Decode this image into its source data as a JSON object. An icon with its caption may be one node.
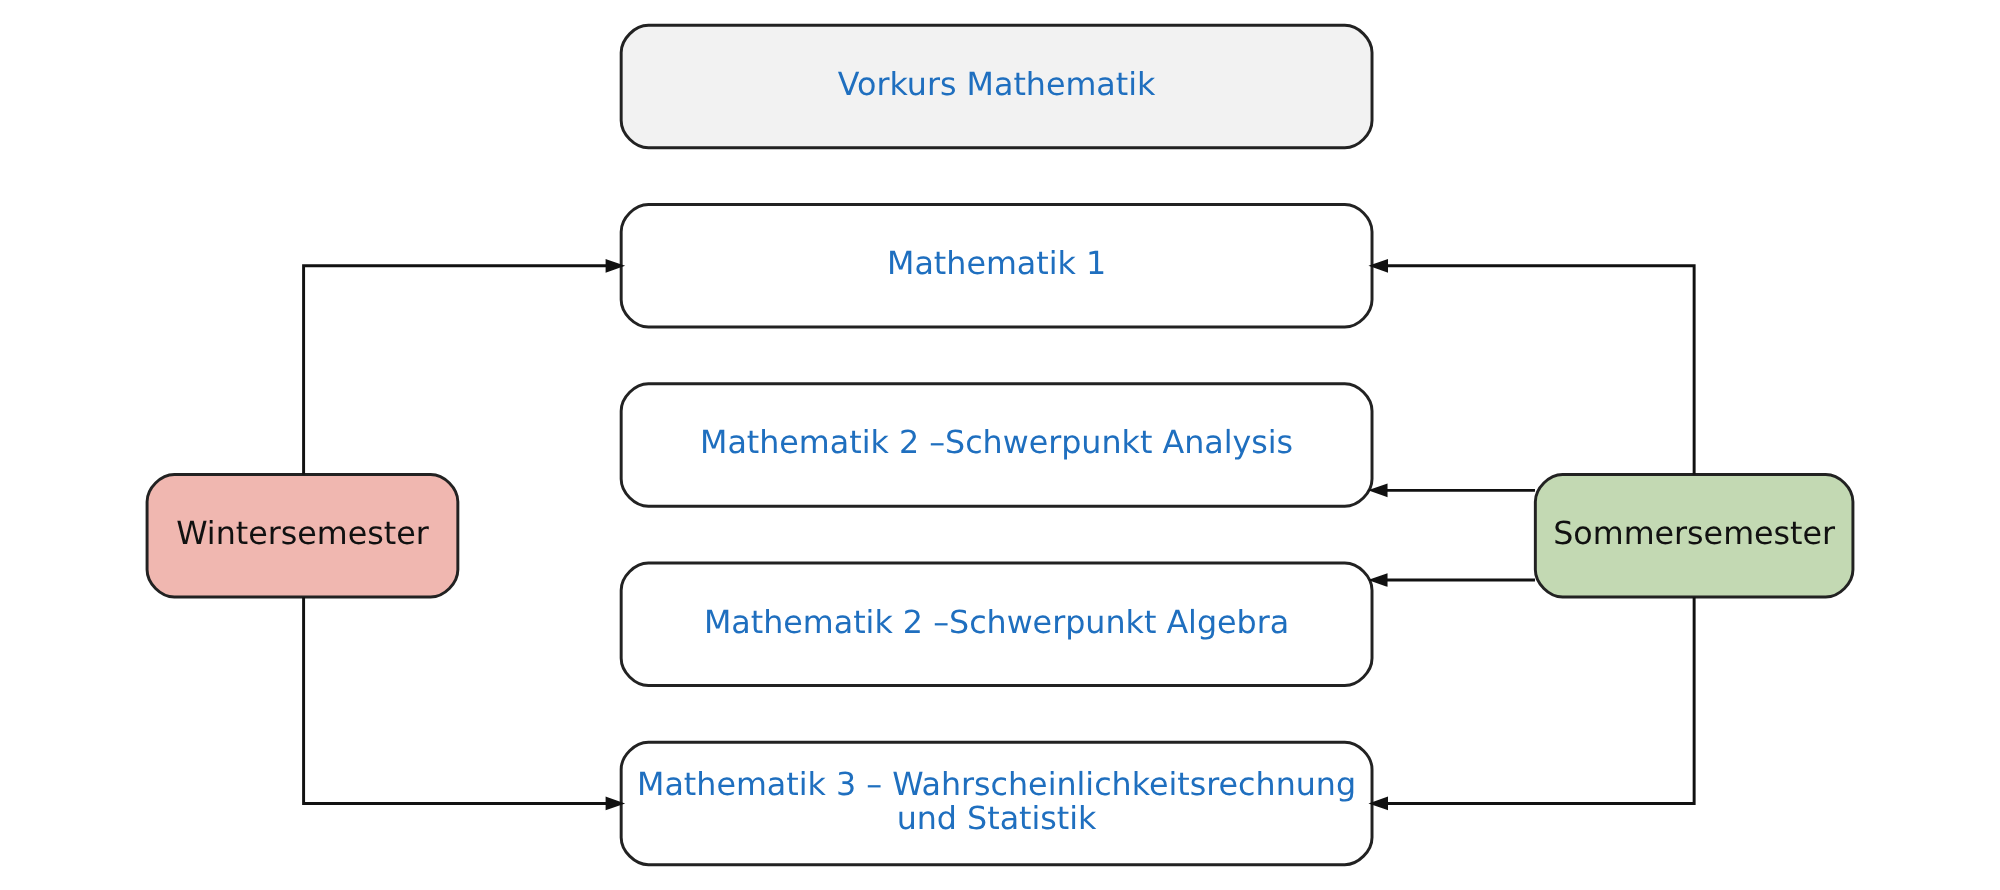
{
  "diagram": {
    "nodes": [
      {
        "text": [
          "Vorkurs Mathematik"
        ]
      },
      {
        "text": [
          "Mathematik 1"
        ]
      },
      {
        "text": [
          "Wintersemester"
        ]
      },
      {
        "text": [
          "Mathematik 2 –Schwerpunkt Analysis"
        ]
      },
      {
        "text": [
          "Sommersemester"
        ]
      },
      {
        "text": [
          "Mathematik 2 –Schwerpunkt Algebra"
        ]
      },
      {
        "text": [
          "Mathematik 3 – Wahrscheinlichkeitsrechnung und Statistik"
        ]
      }
    ],
    "edges": [
      {
        "from": 2,
        "to": 1,
        "arrow": "to"
      },
      {
        "from": 2,
        "to": 6,
        "arrow": "to"
      },
      {
        "from": 4,
        "to": 1,
        "arrow": "to"
      },
      {
        "from": 4,
        "to": 3,
        "arrow": "to"
      },
      {
        "from": 4,
        "to": 5,
        "arrow": "to"
      },
      {
        "from": 4,
        "to": 6,
        "arrow": "to"
      }
    ]
  }
}
